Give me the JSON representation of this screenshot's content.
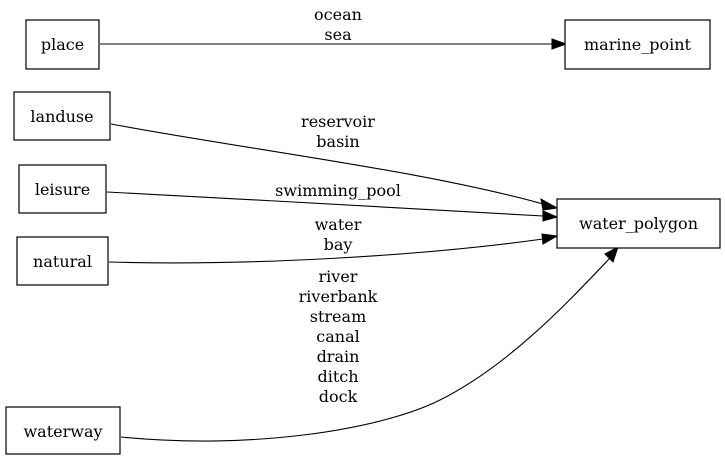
{
  "nodes": {
    "place": "place",
    "landuse": "landuse",
    "leisure": "leisure",
    "natural": "natural",
    "waterway": "waterway",
    "marine_point": "marine_point",
    "water_polygon": "water_polygon"
  },
  "edges": {
    "place": [
      "ocean",
      "sea"
    ],
    "landuse": [
      "reservoir",
      "basin"
    ],
    "leisure": [
      "swimming_pool"
    ],
    "natural": [
      "water",
      "bay"
    ],
    "waterway": [
      "river",
      "riverbank",
      "stream",
      "canal",
      "drain",
      "ditch",
      "dock"
    ]
  }
}
